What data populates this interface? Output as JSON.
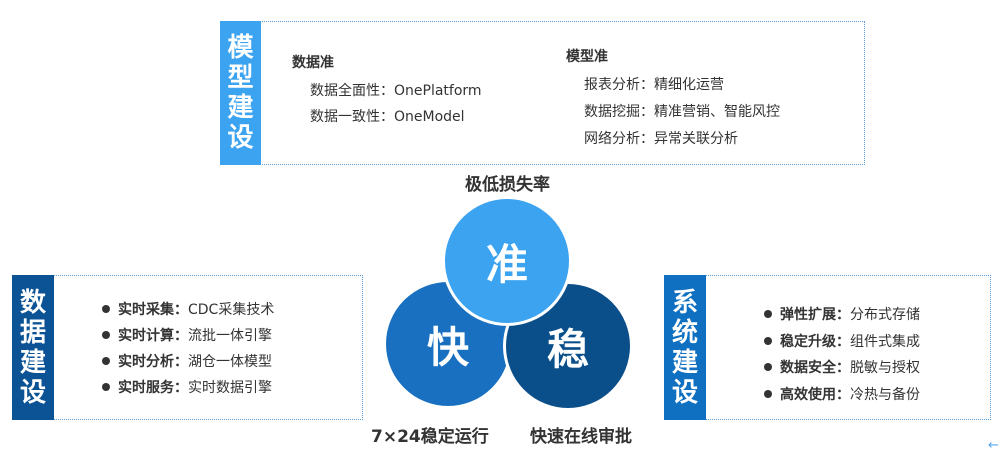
{
  "model": {
    "tab": [
      "模",
      "型",
      "建",
      "设"
    ],
    "data_title": "数据准",
    "data_items": [
      "数据全面性：OnePlatform",
      "数据一致性：OneModel"
    ],
    "model_title": "模型准",
    "model_items": [
      "报表分析：精细化运营",
      "数据挖掘：精准营销、智能风控",
      "网络分析：异常关联分析"
    ]
  },
  "data_build": {
    "tab": [
      "数",
      "据",
      "建",
      "设"
    ],
    "items": [
      {
        "k": "实时采集：",
        "v": "CDC采集技术"
      },
      {
        "k": "实时计算：",
        "v": "流批一体引擎"
      },
      {
        "k": "实时分析：",
        "v": "湖仓一体模型"
      },
      {
        "k": "实时服务：",
        "v": "实时数据引擎"
      }
    ]
  },
  "system_build": {
    "tab": [
      "系",
      "统",
      "建",
      "设"
    ],
    "items": [
      {
        "k": "弹性扩展：",
        "v": "分布式存储"
      },
      {
        "k": "稳定升级：",
        "v": "组件式集成"
      },
      {
        "k": "数据安全：",
        "v": "脱敏与授权"
      },
      {
        "k": "高效使用：",
        "v": "冷热与备份"
      }
    ]
  },
  "center": {
    "top_label": "极低损失率",
    "left_label": "7×24稳定运行",
    "right_label": "快速在线审批",
    "c1": "准",
    "c2": "快",
    "c3": "稳"
  },
  "colors": {
    "light": "#3ba3f0",
    "mid": "#1a70c0",
    "dark": "#0b4f8a"
  }
}
